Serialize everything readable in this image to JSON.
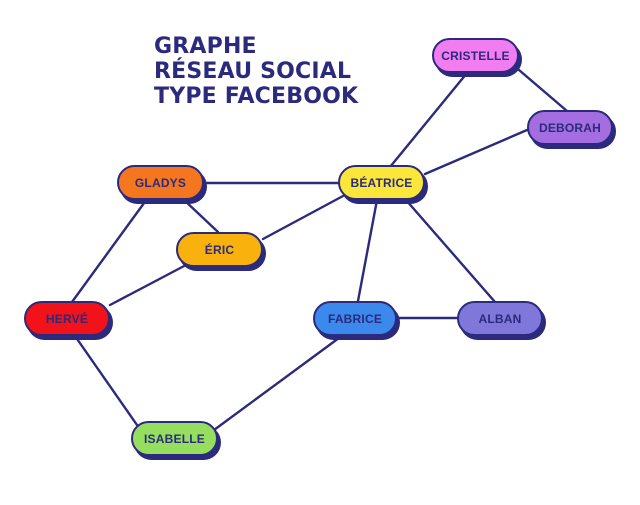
{
  "title": {
    "line1": "GRAPHE",
    "line2": "RÉSEAU SOCIAL",
    "line3": "TYPE FACEBOOK"
  },
  "nodes": {
    "cristelle": {
      "label": "CRISTELLE",
      "color": "#f27df0"
    },
    "deborah": {
      "label": "DEBORAH",
      "color": "#a46de0"
    },
    "gladys": {
      "label": "GLADYS",
      "color": "#f4761f"
    },
    "beatrice": {
      "label": "BÉATRICE",
      "color": "#fbe63a"
    },
    "eric": {
      "label": "ÉRIC",
      "color": "#f8b10d"
    },
    "herve": {
      "label": "HERVÉ",
      "color": "#f1121a"
    },
    "fabrice": {
      "label": "FABRICE",
      "color": "#3c89ec"
    },
    "alban": {
      "label": "ALBAN",
      "color": "#7f77d9"
    },
    "isabelle": {
      "label": "ISABELLE",
      "color": "#96df5e"
    }
  },
  "edge_color": "#2b2a7c"
}
